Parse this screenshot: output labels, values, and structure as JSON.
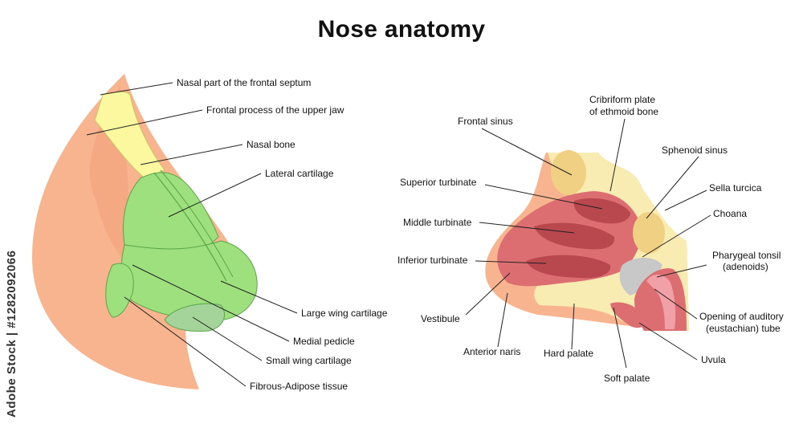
{
  "title": "Nose anatomy",
  "watermark": "Adobe Stock | #1282092066",
  "colors": {
    "skin": "#f8b48e",
    "bone": "#f8ecb2",
    "cartilage": "#9ee07e",
    "mucosa": "#dc6e72",
    "turbinate": "#b8484e",
    "sinus": "#f0d082",
    "nasal_bone": "#fbf8a0",
    "adenoid": "#c8c8c8"
  },
  "external_nose": {
    "labels": {
      "nasal_septum": "Nasal part of the frontal septum",
      "frontal_process": "Frontal process of the upper jaw",
      "nasal_bone": "Nasal bone",
      "lateral_cartilage": "Lateral cartilage",
      "large_wing": "Large wing cartilage",
      "medial_pedicle": "Medial pedicle",
      "small_wing": "Small wing cartilage",
      "fibrous": "Fibrous-Adipose tissue"
    }
  },
  "nasal_cavity": {
    "labels": {
      "frontal_sinus": "Frontal sinus",
      "cribriform_1": "Cribriform plate",
      "cribriform_2": "of ethmoid bone",
      "sphenoid": "Sphenoid sinus",
      "sella": "Sella turcica",
      "choana": "Choana",
      "pharyngeal_1": "Pharygeal tonsil",
      "pharyngeal_2": "(adenoids)",
      "superior": "Superior turbinate",
      "middle": "Middle turbinate",
      "inferior": "Inferior turbinate",
      "vestibule": "Vestibule",
      "anterior_naris": "Anterior naris",
      "hard_palate": "Hard palate",
      "soft_palate": "Soft palate",
      "opening_1": "Opening of auditory",
      "opening_2": "(eustachian) tube",
      "uvula": "Uvula"
    }
  }
}
